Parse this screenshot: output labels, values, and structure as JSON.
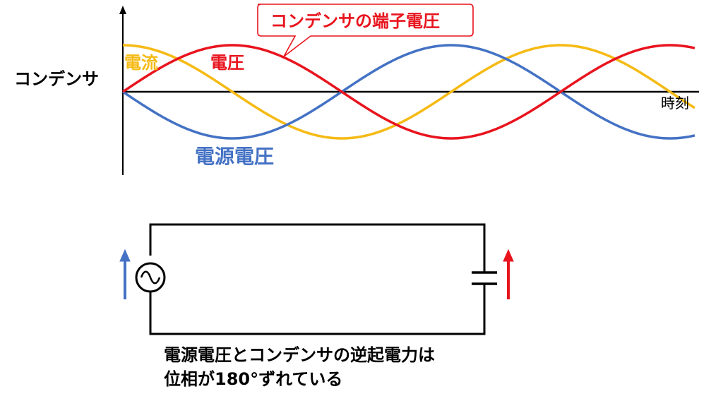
{
  "wave_chart": {
    "component_label": "コンデンサ",
    "time_axis_label": "時刻",
    "callout_text": "コンデンサの端子電圧",
    "series": [
      {
        "key": "current",
        "name": "電流",
        "color": "#F5BA14",
        "amplitude_sign": 1,
        "phase": "cos"
      },
      {
        "key": "capacitor_voltage",
        "name": "電圧",
        "color": "#E8141E",
        "amplitude_sign": 1,
        "phase": "sin"
      },
      {
        "key": "source_voltage",
        "name": "電源電圧",
        "color": "#4472C4",
        "amplitude_sign": -1,
        "phase": "sin"
      }
    ]
  },
  "circuit": {
    "source_symbol": "ac-source",
    "element_symbol": "capacitor",
    "source_arrow_color": "#4472C4",
    "element_arrow_color": "#E8141E"
  },
  "caption": {
    "line1": "電源電圧とコンデンサの逆起電力は",
    "line2": "位相が180°ずれている"
  }
}
